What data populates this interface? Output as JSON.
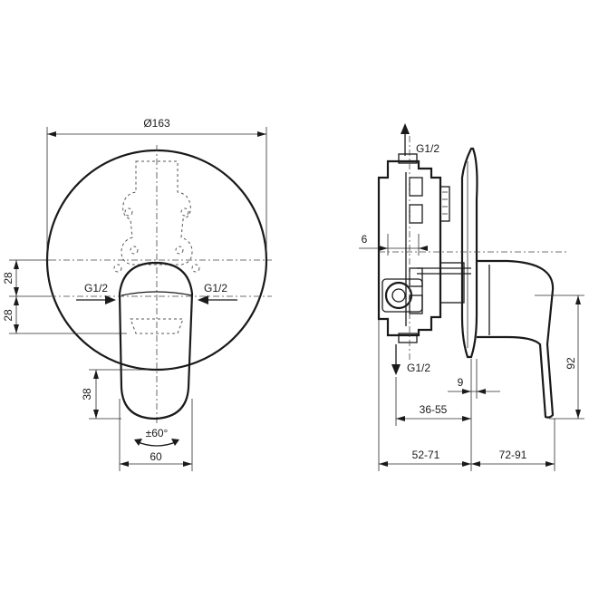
{
  "front_view": {
    "diameter_label": "Ø163",
    "inlet_left_label": "G1/2",
    "inlet_right_label": "G1/2",
    "offset_upper_label": "28",
    "offset_lower_label": "28",
    "lever_drop_label": "38",
    "rotation_label": "±60°",
    "lever_width_label": "60"
  },
  "side_view": {
    "outlet_top_label": "G1/2",
    "outlet_bottom_label": "G1/2",
    "wall_offset_label": "6",
    "plate_gap_label": "9",
    "depth_inner_label": "36-55",
    "depth_body_label": "52-71",
    "projection_label": "72-91",
    "lever_height_label": "92"
  }
}
